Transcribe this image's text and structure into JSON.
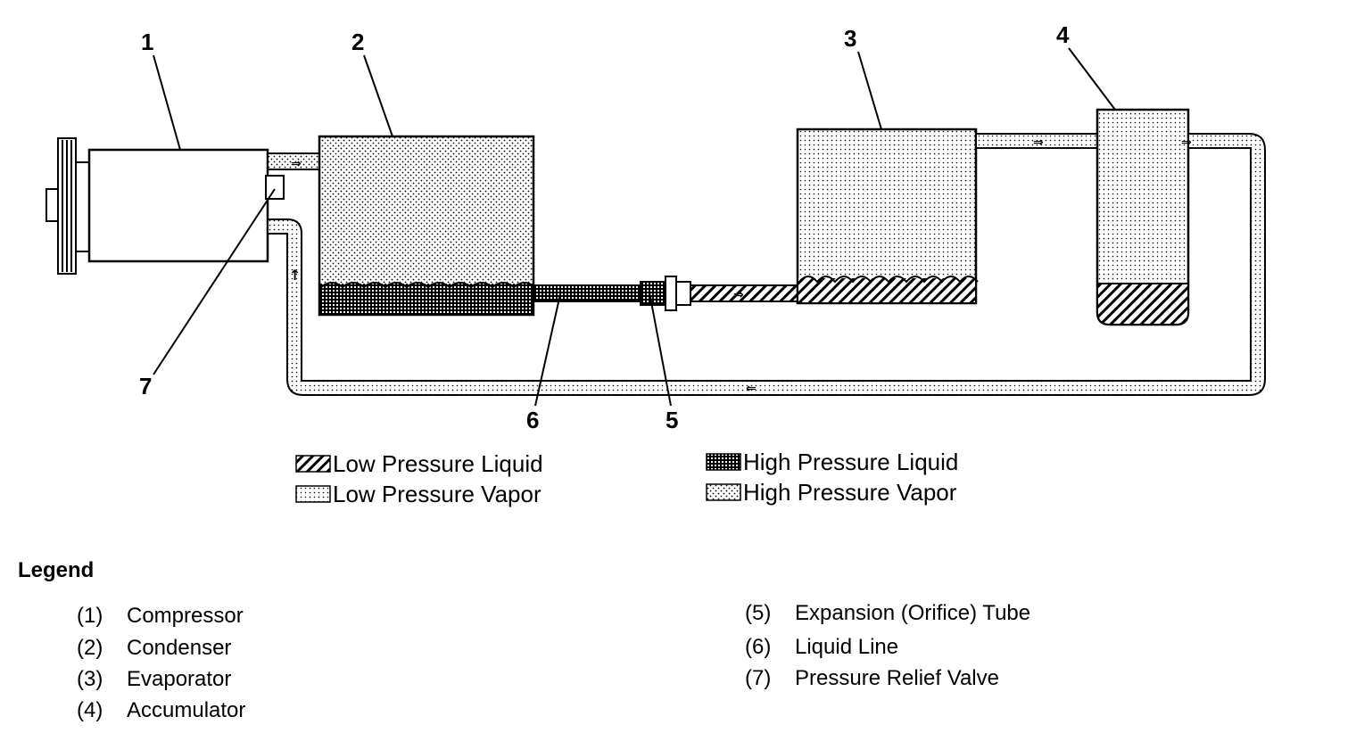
{
  "callouts": [
    "1",
    "2",
    "3",
    "4",
    "5",
    "6",
    "7"
  ],
  "pattern_key": {
    "low_pressure_liquid": "Low Pressure Liquid",
    "low_pressure_vapor": "Low Pressure Vapor",
    "high_pressure_liquid": "High Pressure Liquid",
    "high_pressure_vapor": "High Pressure Vapor"
  },
  "legend": {
    "title": "Legend",
    "items": [
      {
        "num": "(1)",
        "label": "Compressor"
      },
      {
        "num": "(2)",
        "label": "Condenser"
      },
      {
        "num": "(3)",
        "label": "Evaporator"
      },
      {
        "num": "(4)",
        "label": "Accumulator"
      },
      {
        "num": "(5)",
        "label": "Expansion (Orifice) Tube"
      },
      {
        "num": "(6)",
        "label": "Liquid Line"
      },
      {
        "num": "(7)",
        "label": "Pressure Relief Valve"
      }
    ]
  }
}
